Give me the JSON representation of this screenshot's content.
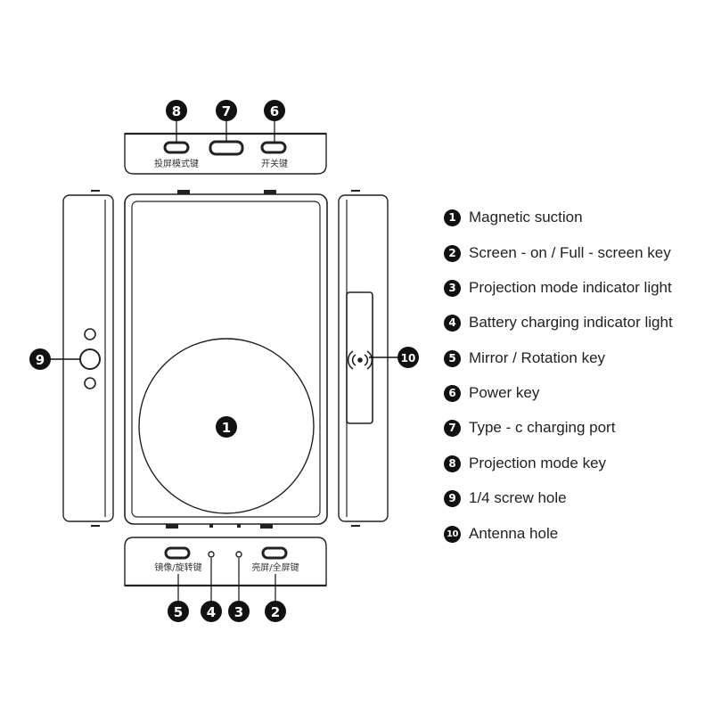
{
  "labels": {
    "top_left_key": "投屏模式键",
    "top_right_key": "开关键",
    "bottom_left_key": "镜像/旋转键",
    "bottom_right_key": "亮屏/全屏键"
  },
  "callouts": {
    "c1": "1",
    "c2": "2",
    "c3": "3",
    "c4": "4",
    "c5": "5",
    "c6": "6",
    "c7": "7",
    "c8": "8",
    "c9": "9",
    "c10": "10"
  },
  "legend": [
    {
      "num": "1",
      "text": "Magnetic suction"
    },
    {
      "num": "2",
      "text": "Screen - on / Full - screen key"
    },
    {
      "num": "3",
      "text": "Projection mode indicator light"
    },
    {
      "num": "4",
      "text": "Battery charging indicator light"
    },
    {
      "num": "5",
      "text": "Mirror / Rotation key"
    },
    {
      "num": "6",
      "text": "Power key"
    },
    {
      "num": "7",
      "text": "Type - c charging port"
    },
    {
      "num": "8",
      "text": "Projection mode key"
    },
    {
      "num": "9",
      "text": "1/4 screw hole"
    },
    {
      "num": "10",
      "text": "Antenna hole"
    }
  ]
}
